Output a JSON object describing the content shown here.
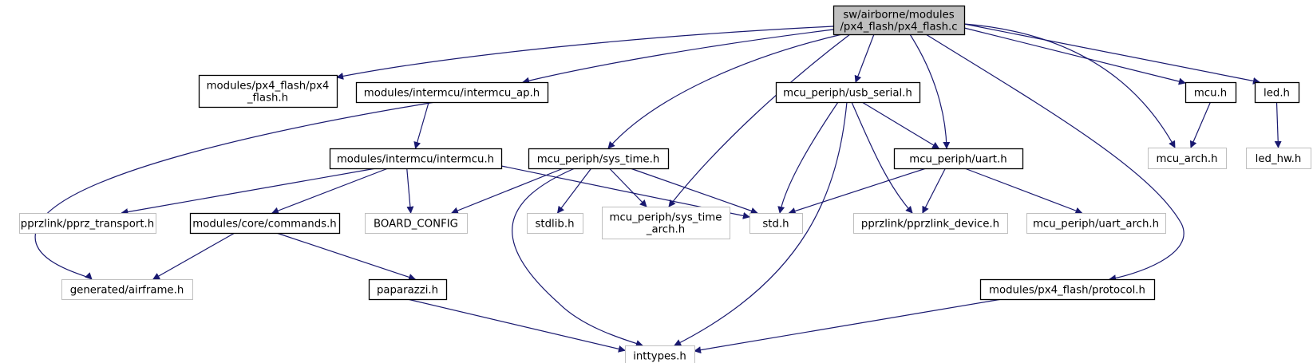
{
  "title": "sw/airborne/modules/px4_flash/px4_flash.c include dependency graph",
  "colors": {
    "edge": "#191970",
    "root_fill": "#bfbfbf",
    "documented_border": "#000000",
    "undocumented_border": "#bfbfbf",
    "node_fill": "#ffffff"
  },
  "nodes": [
    {
      "id": "root",
      "lines": [
        "sw/airborne/modules",
        "/px4_flash/px4_flash.c"
      ],
      "kind": "root"
    },
    {
      "id": "px4_flash_h",
      "lines": [
        "modules/px4_flash/px4",
        "_flash.h"
      ],
      "kind": "documented"
    },
    {
      "id": "intermcu_ap_h",
      "lines": [
        "modules/intermcu/intermcu_ap.h"
      ],
      "kind": "documented"
    },
    {
      "id": "intermcu_h",
      "lines": [
        "modules/intermcu/intermcu.h"
      ],
      "kind": "documented"
    },
    {
      "id": "sys_time_h",
      "lines": [
        "mcu_periph/sys_time.h"
      ],
      "kind": "documented"
    },
    {
      "id": "usb_serial_h",
      "lines": [
        "mcu_periph/usb_serial.h"
      ],
      "kind": "documented"
    },
    {
      "id": "uart_h",
      "lines": [
        "mcu_periph/uart.h"
      ],
      "kind": "documented"
    },
    {
      "id": "mcu_h",
      "lines": [
        "mcu.h"
      ],
      "kind": "documented"
    },
    {
      "id": "led_h",
      "lines": [
        "led.h"
      ],
      "kind": "documented"
    },
    {
      "id": "mcu_arch_h",
      "lines": [
        "mcu_arch.h"
      ],
      "kind": "undocumented"
    },
    {
      "id": "led_hw_h",
      "lines": [
        "led_hw.h"
      ],
      "kind": "undocumented"
    },
    {
      "id": "pprz_transport_h",
      "lines": [
        "pprzlink/pprz_transport.h"
      ],
      "kind": "undocumented"
    },
    {
      "id": "commands_h",
      "lines": [
        "modules/core/commands.h"
      ],
      "kind": "documented"
    },
    {
      "id": "board_config",
      "lines": [
        "BOARD_CONFIG"
      ],
      "kind": "undocumented"
    },
    {
      "id": "stdlib_h",
      "lines": [
        "stdlib.h"
      ],
      "kind": "undocumented"
    },
    {
      "id": "sys_time_arch_h",
      "lines": [
        "mcu_periph/sys_time",
        "_arch.h"
      ],
      "kind": "undocumented"
    },
    {
      "id": "std_h",
      "lines": [
        "std.h"
      ],
      "kind": "undocumented"
    },
    {
      "id": "pprzlink_device_h",
      "lines": [
        "pprzlink/pprzlink_device.h"
      ],
      "kind": "undocumented"
    },
    {
      "id": "uart_arch_h",
      "lines": [
        "mcu_periph/uart_arch.h"
      ],
      "kind": "undocumented"
    },
    {
      "id": "airframe_h",
      "lines": [
        "generated/airframe.h"
      ],
      "kind": "undocumented"
    },
    {
      "id": "paparazzi_h",
      "lines": [
        "paparazzi.h"
      ],
      "kind": "documented"
    },
    {
      "id": "protocol_h",
      "lines": [
        "modules/px4_flash/protocol.h"
      ],
      "kind": "documented"
    },
    {
      "id": "inttypes_h",
      "lines": [
        "inttypes.h"
      ],
      "kind": "undocumented"
    }
  ],
  "edges": [
    [
      "root",
      "px4_flash_h"
    ],
    [
      "root",
      "intermcu_ap_h"
    ],
    [
      "root",
      "sys_time_h"
    ],
    [
      "root",
      "sys_time_arch_h"
    ],
    [
      "root",
      "usb_serial_h"
    ],
    [
      "root",
      "uart_h"
    ],
    [
      "root",
      "mcu_arch_h"
    ],
    [
      "root",
      "mcu_h"
    ],
    [
      "root",
      "led_h"
    ],
    [
      "root",
      "protocol_h"
    ],
    [
      "intermcu_ap_h",
      "intermcu_h"
    ],
    [
      "intermcu_ap_h",
      "airframe_h"
    ],
    [
      "intermcu_h",
      "pprz_transport_h"
    ],
    [
      "intermcu_h",
      "commands_h"
    ],
    [
      "intermcu_h",
      "board_config"
    ],
    [
      "intermcu_h",
      "std_h"
    ],
    [
      "sys_time_h",
      "board_config"
    ],
    [
      "sys_time_h",
      "stdlib_h"
    ],
    [
      "sys_time_h",
      "sys_time_arch_h"
    ],
    [
      "sys_time_h",
      "std_h"
    ],
    [
      "sys_time_h",
      "inttypes_h"
    ],
    [
      "usb_serial_h",
      "std_h"
    ],
    [
      "usb_serial_h",
      "inttypes_h"
    ],
    [
      "usb_serial_h",
      "pprzlink_device_h"
    ],
    [
      "usb_serial_h",
      "uart_h"
    ],
    [
      "uart_h",
      "std_h"
    ],
    [
      "uart_h",
      "pprzlink_device_h"
    ],
    [
      "uart_h",
      "uart_arch_h"
    ],
    [
      "mcu_h",
      "mcu_arch_h"
    ],
    [
      "led_h",
      "led_hw_h"
    ],
    [
      "commands_h",
      "airframe_h"
    ],
    [
      "commands_h",
      "paparazzi_h"
    ],
    [
      "paparazzi_h",
      "inttypes_h"
    ],
    [
      "protocol_h",
      "inttypes_h"
    ]
  ]
}
